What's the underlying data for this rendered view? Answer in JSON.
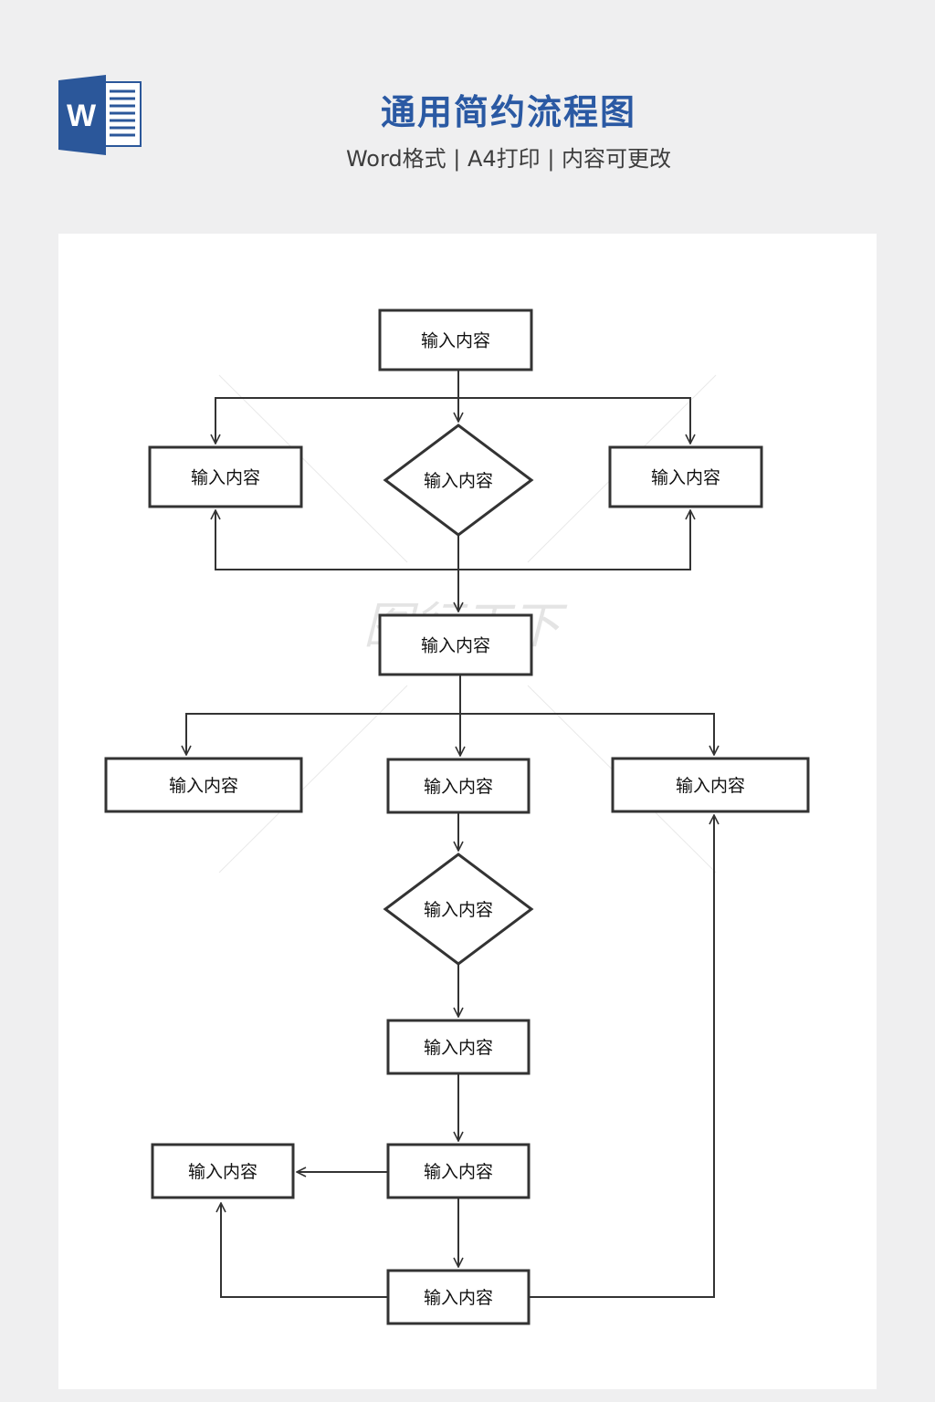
{
  "header": {
    "title": "通用简约流程图",
    "subtitle": "Word格式 | A4打印 | 内容可更改",
    "icon": "word-document-icon",
    "icon_letter": "W"
  },
  "colors": {
    "title": "#2a59a3",
    "icon_blue": "#2b579a",
    "line": "#333333",
    "page_bg": "#efeff0",
    "paper_bg": "#ffffff"
  },
  "watermark": "图行天下",
  "flowchart": {
    "nodes": [
      {
        "id": "n1",
        "shape": "rect",
        "label": "输入内容"
      },
      {
        "id": "n2",
        "shape": "rect",
        "label": "输入内容"
      },
      {
        "id": "n3",
        "shape": "diamond",
        "label": "输入内容"
      },
      {
        "id": "n4",
        "shape": "rect",
        "label": "输入内容"
      },
      {
        "id": "n5",
        "shape": "rect",
        "label": "输入内容"
      },
      {
        "id": "n6",
        "shape": "rect",
        "label": "输入内容"
      },
      {
        "id": "n7",
        "shape": "rect",
        "label": "输入内容"
      },
      {
        "id": "n8",
        "shape": "rect",
        "label": "输入内容"
      },
      {
        "id": "n9",
        "shape": "diamond",
        "label": "输入内容"
      },
      {
        "id": "n10",
        "shape": "rect",
        "label": "输入内容"
      },
      {
        "id": "n11",
        "shape": "rect",
        "label": "输入内容"
      },
      {
        "id": "n12",
        "shape": "rect",
        "label": "输入内容"
      },
      {
        "id": "n13",
        "shape": "rect",
        "label": "输入内容"
      }
    ],
    "edges": [
      {
        "from": "n1",
        "to": "n2"
      },
      {
        "from": "n1",
        "to": "n3"
      },
      {
        "from": "n1",
        "to": "n4"
      },
      {
        "from": "n3",
        "to": "n2"
      },
      {
        "from": "n3",
        "to": "n4"
      },
      {
        "from": "n3",
        "to": "n5"
      },
      {
        "from": "n5",
        "to": "n6"
      },
      {
        "from": "n5",
        "to": "n7"
      },
      {
        "from": "n5",
        "to": "n8"
      },
      {
        "from": "n7",
        "to": "n9"
      },
      {
        "from": "n9",
        "to": "n10"
      },
      {
        "from": "n10",
        "to": "n11"
      },
      {
        "from": "n11",
        "to": "n12"
      },
      {
        "from": "n11",
        "to": "n13"
      },
      {
        "from": "n13",
        "to": "n12"
      },
      {
        "from": "n13",
        "to": "n8"
      }
    ]
  }
}
